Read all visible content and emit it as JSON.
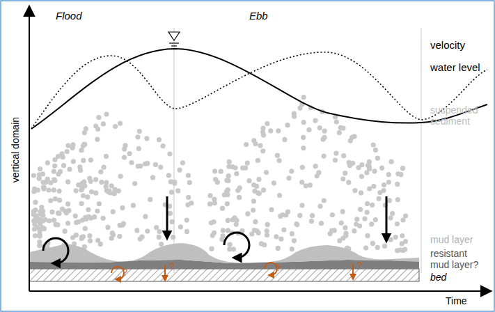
{
  "diagram": {
    "labels": [
      "Flood",
      "Ebb",
      "vertical domain",
      "Time",
      "velocity",
      "water level",
      "suspended sediment",
      "mud layer",
      "resistant mud layer?",
      "bed",
      "?",
      "?",
      "?",
      "?"
    ]
  }
}
